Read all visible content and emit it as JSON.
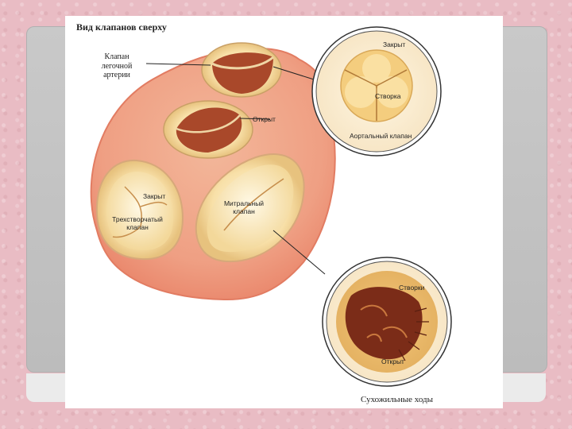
{
  "figure": {
    "title": "Вид клапанов сверху",
    "labels": {
      "pulmonary_valve": "Клапан\nлегочной\nартерии",
      "open_1": "Открыт",
      "closed_1": "Закрыт",
      "tricuspid": "Трехстворчатый\nклапан",
      "mitral": "Митральный\nклапан",
      "inset_closed": "Закрыт",
      "inset_cusp": "Створка",
      "aortic_valve": "Аортальный клапан",
      "inset_cusps": "Створки",
      "inset_open": "Открыт",
      "chordae": "Сухожильные ходы"
    }
  }
}
